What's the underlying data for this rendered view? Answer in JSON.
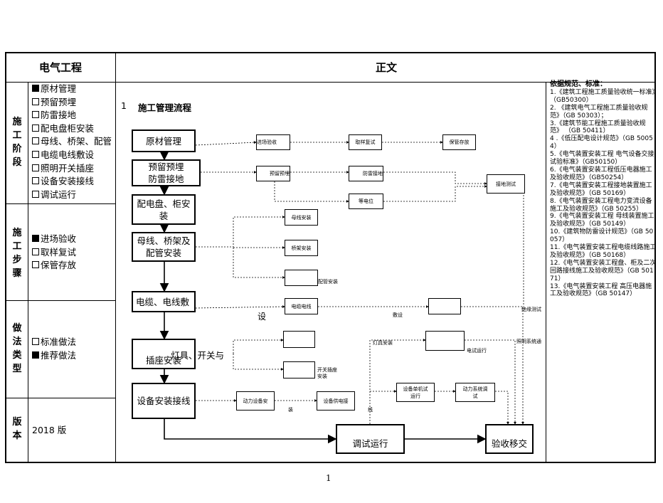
{
  "header": {
    "left": "电气工程",
    "right": "正文"
  },
  "labels": {
    "stage": "施工阶段",
    "steps": "施工步骤",
    "method": "做法类型",
    "version": "版本"
  },
  "stage_items": [
    {
      "text": "原材管理",
      "checked": true
    },
    {
      "text": "预留预埋",
      "checked": false
    },
    {
      "text": "防雷接地",
      "checked": false
    },
    {
      "text": "配电盘柜安装",
      "checked": false
    },
    {
      "text": "母线、桥架、配管",
      "checked": false
    },
    {
      "text": "电缆电线敷设",
      "checked": false
    },
    {
      "text": "照明开关插座",
      "checked": false
    },
    {
      "text": "设备安装接线",
      "checked": false
    },
    {
      "text": "调试运行",
      "checked": false
    }
  ],
  "step_items": [
    {
      "text": "进场验收",
      "checked": true
    },
    {
      "text": "取样复试",
      "checked": false
    },
    {
      "text": "保管存放",
      "checked": false
    }
  ],
  "method_items": [
    {
      "text": "标准做法",
      "checked": false
    },
    {
      "text": "推荐做法",
      "checked": true
    }
  ],
  "version": "2018 版",
  "section": {
    "num": "1",
    "title": "施工管理流程"
  },
  "flow": {
    "b1": "原材管理",
    "b2a": "预留预埋",
    "b2b": "防雷接地",
    "b3a": "配电盘、柜安",
    "b3b": "装",
    "b4a": "母线、桥架及",
    "b4b": "配管安装",
    "b5": "电缆、电线敷",
    "b5b": "设",
    "b6a": "灯具、开关与",
    "b6b": "插座安装",
    "b7": "设备安装接线",
    "b8": "调试运行",
    "b9": "验收移交",
    "s1": "进场验收",
    "s2": "取样复试",
    "s3": "保管存放",
    "s4": "预留预埋",
    "s5": "防雷接地",
    "s6": "等电位",
    "s7": "接地测试",
    "s8": "母线安装",
    "s9": "桥架安装",
    "s10": "配管安装",
    "s11": "电缆电线",
    "s11b": "敷设",
    "s12": "绝缘测试",
    "s13": "灯具安装",
    "s14": "照明系统通",
    "s15": "电试运行",
    "s16": "开关插座",
    "s16b": "安装",
    "s17": "动力设备安",
    "s17b": "装",
    "s18": "设备供电接",
    "s18b": "线",
    "s19": "设备单机试",
    "s19b": "运行",
    "s20": "动力系统调",
    "s20b": "试"
  },
  "refs_title": "依据规范、标准：",
  "refs": [
    "1.《建筑工程施工质量验收统一标准》（GB50300）",
    "2. 《建筑电气工程施工质量验收规范》（GB 50303）；",
    "3.《建筑节能工程施工质量验收规范》 （GB 50411）",
    "4 .《低压配电设计规范》（GB 50054）",
    "5.《电气装置安装工程 电气设备交接试验标准》（GB50150）",
    "6.《电气装置安装工程低压电器施工及验收规范》（GB50254）",
    "7.《电气装置安装工程接地装置施工及验收规范》（GB 50169）",
    "8.《电气装置安装工程电力变流设备施工及验收规范》（GB 50255）",
    "9.《电气装置安装工程 母线装置施工及验收规范》（GB 50149）",
    "10.《建筑物防雷设计规范》（GB 50057）",
    "11.《电气装置安装工程电缆线路施工及验收规范》（GB 50168）",
    "12.《电气装置安装工程盘、柜及二次回路接线施工及验收规范》（GB 50171）",
    "13.《电气装置安装工程 高压电器施工及验收规范》（GB 50147）"
  ],
  "page_number": "1"
}
